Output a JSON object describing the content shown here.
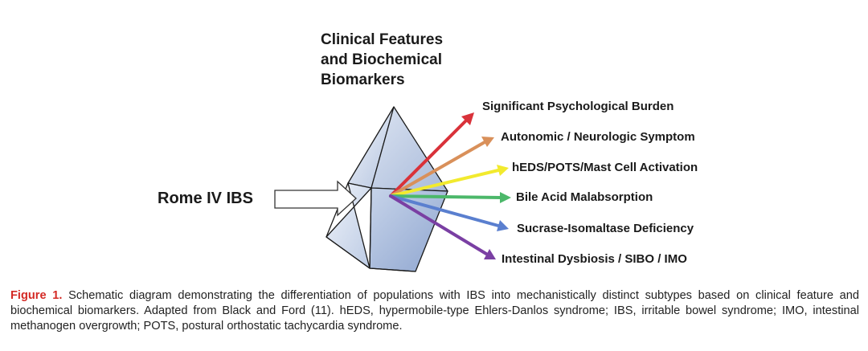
{
  "title_lines": [
    "Clinical Features",
    "and Biochemical",
    "Biomarkers"
  ],
  "input_label": "Rome IV IBS",
  "outputs": [
    {
      "label": "Significant Psychological Burden",
      "color": "#d9323a"
    },
    {
      "label": "Autonomic / Neurologic Symptom",
      "color": "#d9905a"
    },
    {
      "label": "hEDS/POTS/Mast Cell Activation",
      "color": "#f2ea2e"
    },
    {
      "label": "Bile Acid Malabsorption",
      "color": "#4cb86a"
    },
    {
      "label": "Sucrase-Isomaltase Deficiency",
      "color": "#5a7fcf"
    },
    {
      "label": "Intestinal Dysbiosis / SIBO / IMO",
      "color": "#7a3fa3"
    }
  ],
  "caption": {
    "label": "Figure 1.",
    "text": " Schematic diagram demonstrating the differentiation of populations with IBS into mechanistically distinct subtypes based on clinical feature and biochemical biomarkers. Adapted from Black and Ford (11). hEDS, hypermobile-type Ehlers-Danlos syndrome; IBS, irritable bowel syndrome; IMO, intestinal methanogen overgrowth; POTS, postural orthostatic tachycardia syndrome."
  },
  "colors": {
    "prism_light": "#e4ebf6",
    "prism_mid": "#b9c8e2",
    "prism_dark": "#8fa6cf",
    "caption_label": "#d42a25"
  }
}
